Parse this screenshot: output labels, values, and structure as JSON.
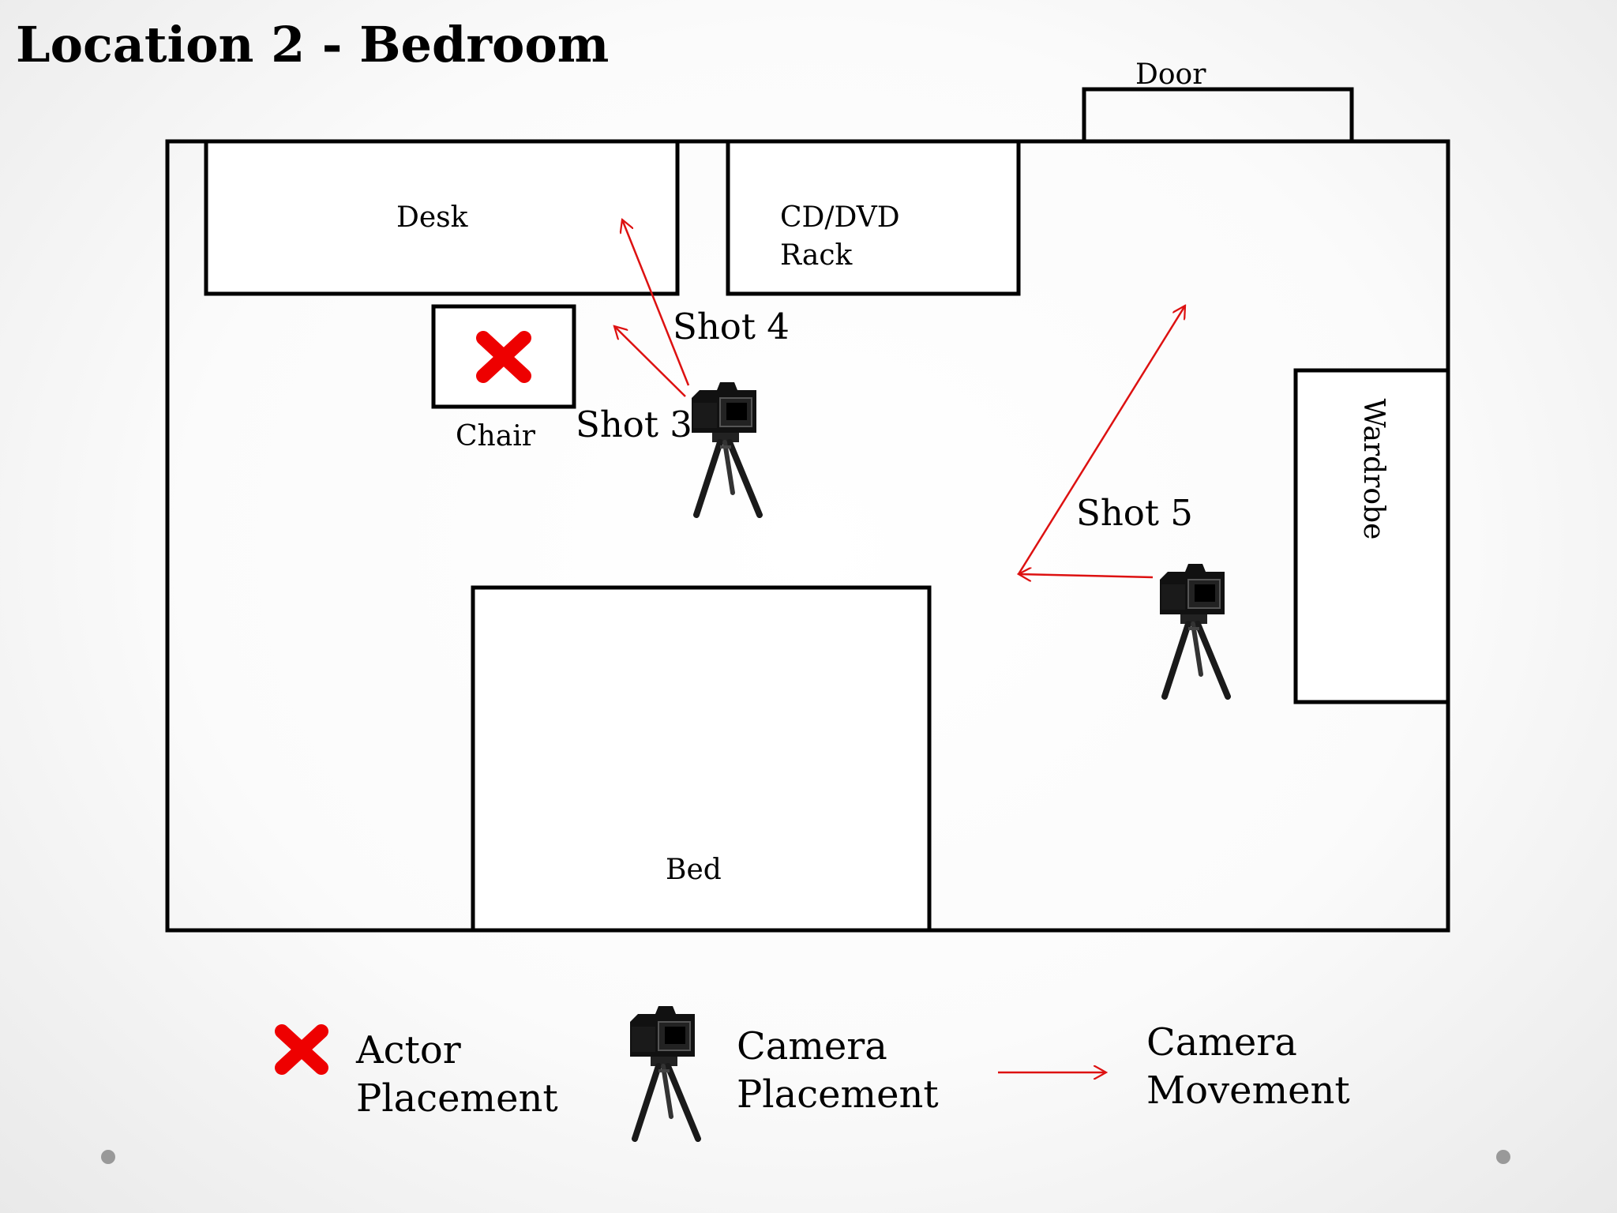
{
  "title": "Location 2 - Bedroom",
  "furniture": {
    "desk": "Desk",
    "cd_rack_line1": "CD/DVD",
    "cd_rack_line2": "Rack",
    "door": "Door",
    "chair": "Chair",
    "bed": "Bed",
    "wardrobe": "Wardrobe"
  },
  "shots": {
    "shot3": "Shot 3",
    "shot4": "Shot 4",
    "shot5": "Shot 5"
  },
  "legend": {
    "actor_line1": "Actor",
    "actor_line2": "Placement",
    "camera_line1": "Camera",
    "camera_line2": "Placement",
    "movement_line1": "Camera",
    "movement_line2": "Movement"
  },
  "colors": {
    "outline": "#000000",
    "arrow": "#dd1111",
    "actor_mark": "#ee0000",
    "slide_dot": "#999999"
  }
}
